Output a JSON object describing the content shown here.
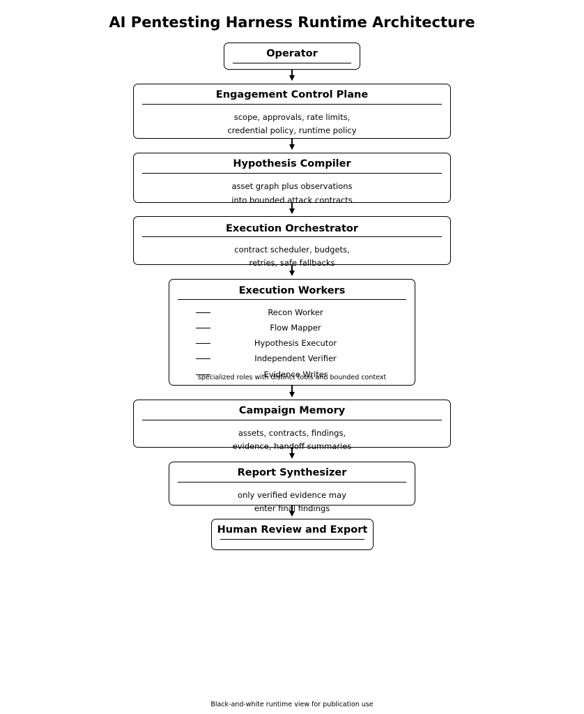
{
  "title": "AI Pentesting Harness Runtime Architecture",
  "nodes": {
    "operator": {
      "title": "Operator"
    },
    "control_plane": {
      "title": "Engagement Control Plane",
      "lines": [
        "scope, approvals, rate limits,",
        "credential policy, runtime policy"
      ]
    },
    "hypothesis": {
      "title": "Hypothesis Compiler",
      "lines": [
        "asset graph plus observations",
        "into bounded attack contracts"
      ]
    },
    "orchestrator": {
      "title": "Execution Orchestrator",
      "lines": [
        "contract scheduler, budgets,",
        "retries, safe fallbacks"
      ]
    },
    "workers": {
      "title": "Execution Workers",
      "items": [
        "Recon Worker",
        "Flow Mapper",
        "Hypothesis Executor",
        "Independent Verifier",
        "Evidence Writer"
      ],
      "note": "specialized roles with distinct tools and bounded context"
    },
    "memory": {
      "title": "Campaign Memory",
      "lines": [
        "assets, contracts, findings,",
        "evidence, handoff summaries"
      ]
    },
    "report": {
      "title": "Report Synthesizer",
      "lines": [
        "only verified evidence may",
        "enter final findings"
      ]
    },
    "review": {
      "title": "Human Review and Export"
    }
  },
  "footer": "Black-and-white runtime view for publication use"
}
